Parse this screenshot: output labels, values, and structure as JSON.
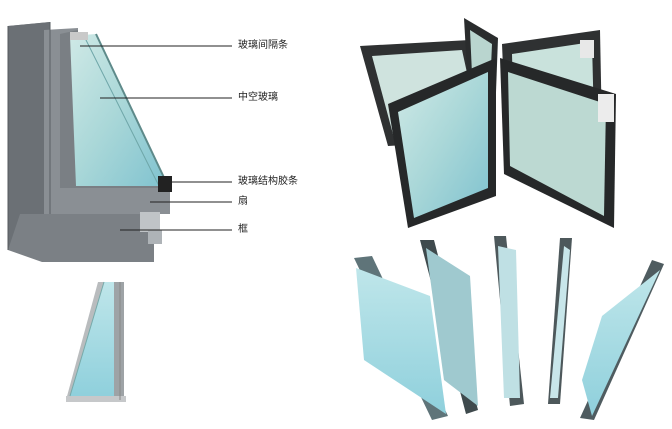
{
  "labels": {
    "spacer": "玻璃间隔条",
    "hollow_glass": "中空玻璃",
    "structural_strip": "玻璃结构胶条",
    "sash": "扇",
    "frame": "框"
  }
}
